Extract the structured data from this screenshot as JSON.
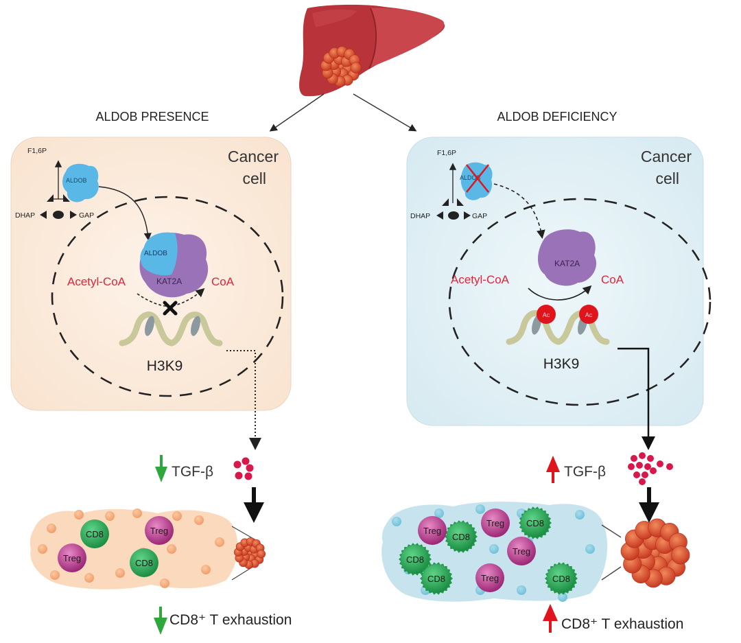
{
  "panels": {
    "left": {
      "title": "ALDOB PRESENCE",
      "cell_label_line1": "Cancer",
      "cell_label_line2": "cell",
      "metabolite_top": "F1,6P",
      "metabolite_left": "DHAP",
      "metabolite_right": "GAP",
      "enzyme_small": "ALDOB",
      "complex_aldob": "ALDOB",
      "complex_kat2a": "KAT2A",
      "substrate": "Acetyl-CoA",
      "product": "CoA",
      "histone": "H3K9",
      "tgf_label": "TGF-β",
      "tgf_direction": "down",
      "cells": [
        {
          "type": "CD8"
        },
        {
          "type": "Treg"
        },
        {
          "type": "Treg"
        },
        {
          "type": "CD8"
        }
      ],
      "outcome_label": "CD8⁺ T exhaustion",
      "outcome_direction": "down",
      "bg_color": "#fbe9d9",
      "arrow_color": "#2ea83c"
    },
    "right": {
      "title": "ALDOB DEFICIENCY",
      "cell_label_line1": "Cancer",
      "cell_label_line2": "cell",
      "metabolite_top": "F1,6P",
      "metabolite_left": "DHAP",
      "metabolite_right": "GAP",
      "enzyme_small": "ALDOB",
      "complex_kat2a": "KAT2A",
      "substrate": "Acetyl-CoA",
      "product": "CoA",
      "ac_mark": "Ac",
      "histone": "H3K9",
      "tgf_label": "TGF-β",
      "tgf_direction": "up",
      "cells": [
        {
          "type": "Treg"
        },
        {
          "type": "CD8"
        },
        {
          "type": "Treg"
        },
        {
          "type": "CD8"
        },
        {
          "type": "Treg"
        },
        {
          "type": "CD8"
        },
        {
          "type": "CD8"
        },
        {
          "type": "Treg"
        },
        {
          "type": "CD8"
        }
      ],
      "outcome_label": "CD8⁺ T exhaustion",
      "outcome_direction": "up",
      "bg_color": "#deeef3",
      "arrow_color": "#e0141c"
    }
  },
  "colors": {
    "liver": "#b8343a",
    "tumor": "#d9452f",
    "aldob": "#5ab8e6",
    "kat2a": "#9a72b8",
    "red_text": "#e0243a",
    "cd8": "#27a552",
    "treg": "#b8318a",
    "tgf": "#d8174a"
  }
}
